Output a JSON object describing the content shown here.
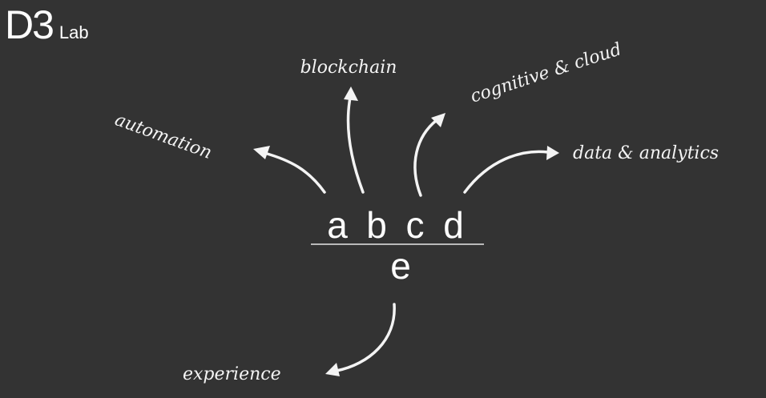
{
  "logo": {
    "main": "D3",
    "sub": "Lab"
  },
  "center": {
    "numerator": [
      "a",
      "b",
      "c",
      "d"
    ],
    "denominator": "e"
  },
  "labels": {
    "automation": "automation",
    "blockchain": "blockchain",
    "cognitive": "cognitive & cloud",
    "data": "data & analytics",
    "experience": "experience"
  },
  "colors": {
    "background": "#333333",
    "chalk": "#f4f4f4"
  }
}
